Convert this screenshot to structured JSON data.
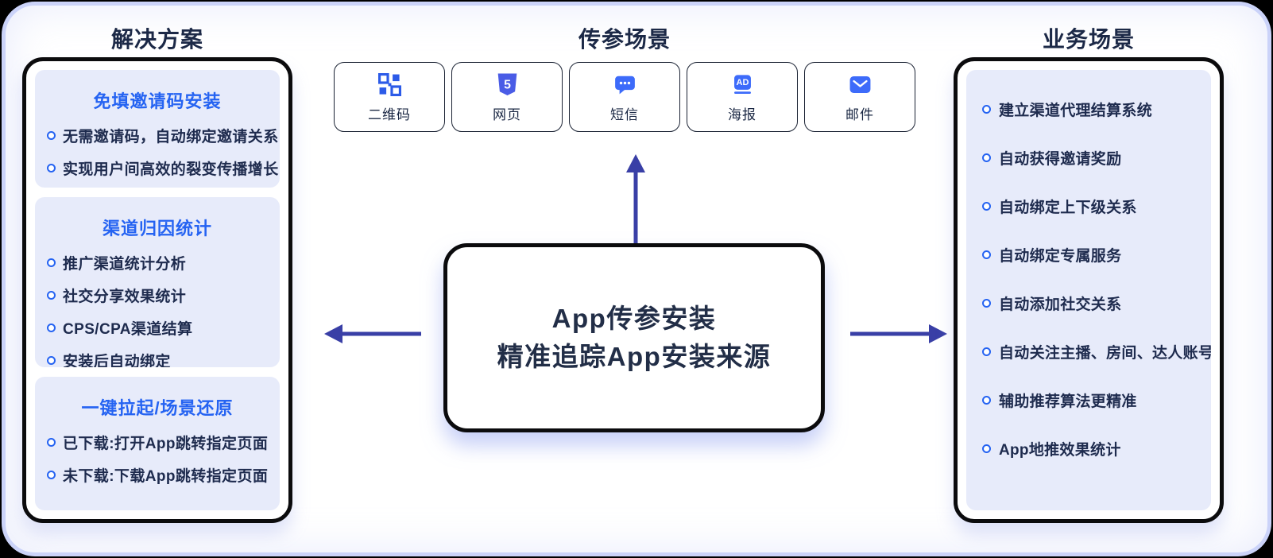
{
  "palette": {
    "frame_border": "#cbd3f9",
    "panel_border": "#0b0b0d",
    "card_bg": "#e7ebfa",
    "accent_blue": "#2563f2",
    "icon_blue": "#3d6bfa",
    "arrow_indigo": "#393fa6",
    "text_dark": "#1e2b4e"
  },
  "left_panel": {
    "title": "解决方案",
    "cards": [
      {
        "title": "免填邀请码安装",
        "items": [
          "无需邀请码，自动绑定邀请关系",
          "实现用户间高效的裂变传播增长"
        ]
      },
      {
        "title": "渠道归因统计",
        "items": [
          "推广渠道统计分析",
          "社交分享效果统计",
          "CPS/CPA渠道结算",
          "安装后自动绑定"
        ]
      },
      {
        "title": "一键拉起/场景还原",
        "items": [
          "已下载:打开App跳转指定页面",
          "未下载:下载App跳转指定页面"
        ]
      }
    ]
  },
  "center_panel": {
    "title": "传参场景",
    "scenarios": [
      {
        "label": "二维码",
        "icon": "qr-code-icon"
      },
      {
        "label": "网页",
        "icon": "html5-icon"
      },
      {
        "label": "短信",
        "icon": "sms-icon"
      },
      {
        "label": "海报",
        "icon": "ad-poster-icon"
      },
      {
        "label": "邮件",
        "icon": "mail-icon"
      }
    ],
    "core_box": {
      "line1": "App传参安装",
      "line2": "精准追踪App安装来源"
    }
  },
  "right_panel": {
    "title": "业务场景",
    "items": [
      "建立渠道代理结算系统",
      "自动获得邀请奖励",
      "自动绑定上下级关系",
      "自动绑定专属服务",
      "自动添加社交关系",
      "自动关注主播、房间、达人账号",
      "辅助推荐算法更精准",
      "App地推效果统计"
    ]
  }
}
